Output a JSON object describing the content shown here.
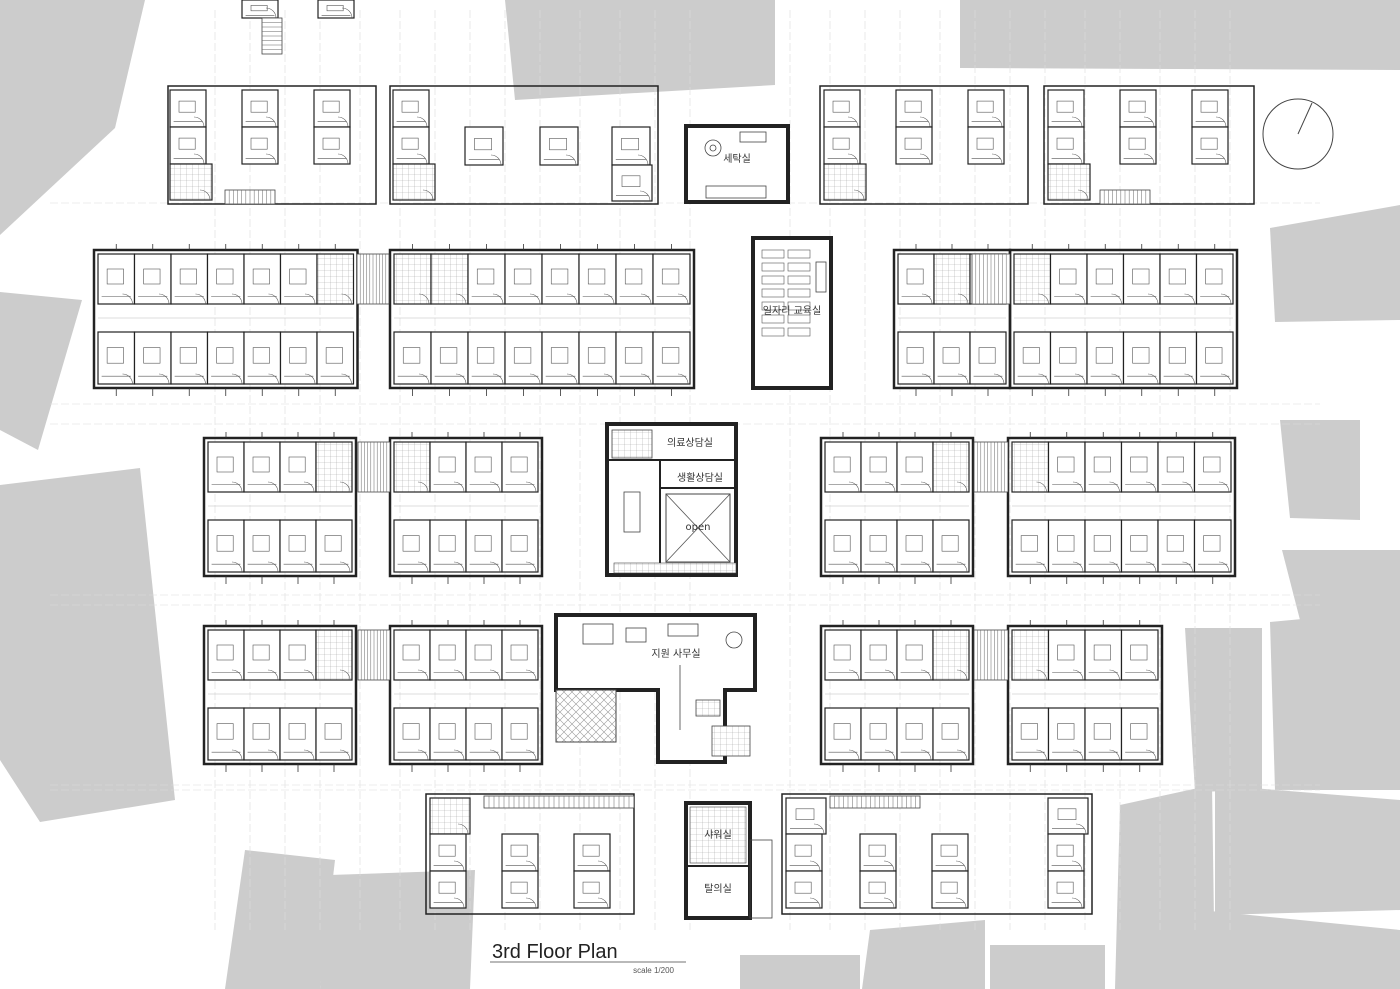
{
  "title": "3rd Floor Plan",
  "scale": "scale 1/200",
  "room_labels": {
    "laundry": "세탁실",
    "job_education": "일자리 교육실",
    "medical_counseling": "의료상담실",
    "life_counseling": "생활상담실",
    "open": "open",
    "support_office": "지원 사무실",
    "shower": "샤워실",
    "dressing": "탈의실"
  },
  "colors": {
    "surrounding_building": "#cccccc",
    "wall": "#222222",
    "grid": "#dddddd",
    "hatch": "#999999"
  }
}
